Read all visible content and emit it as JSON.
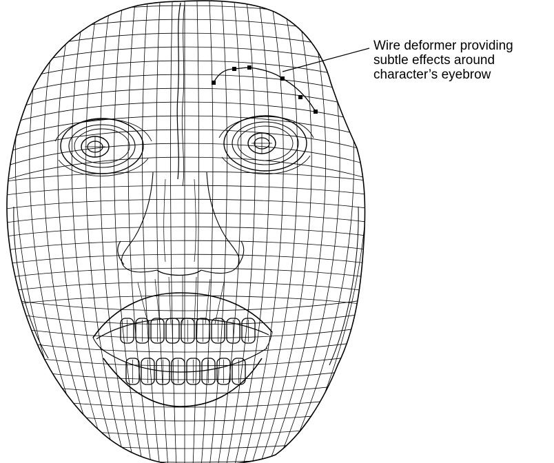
{
  "figure": {
    "subject": "wireframe face mesh",
    "line_color": "#000000",
    "background": "#ffffff"
  },
  "callout": {
    "line1": "Wire deformer providing",
    "line2": "subtle effects around",
    "line3": "character’s eyebrow"
  },
  "wire_deformer": {
    "control_points": 6
  }
}
